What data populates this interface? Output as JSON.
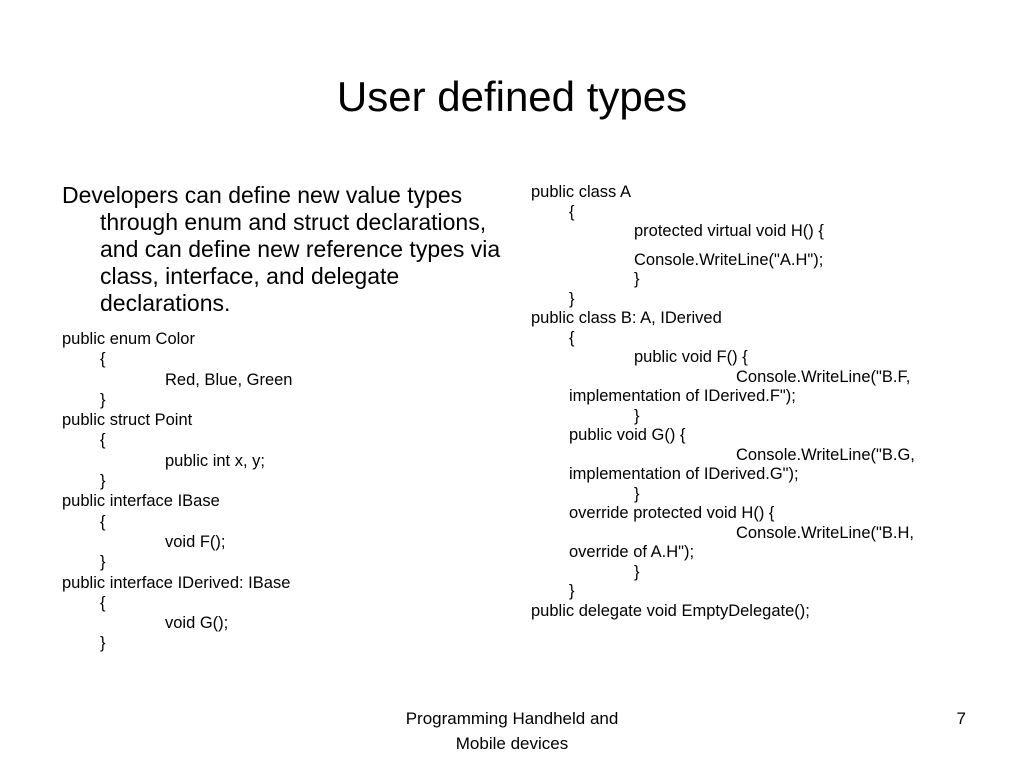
{
  "slide": {
    "title": "User defined types",
    "bullet": "Developers can define new value types through enum and struct declarations, and can define new reference types via class, interface, and delegate declarations.",
    "left_code": [
      "public enum Color",
      "{",
      "Red, Blue, Green",
      "}",
      "public struct Point",
      "{",
      "public int x, y;",
      "}",
      "public interface IBase",
      "{",
      "void F();",
      "}",
      "public interface IDerived: IBase",
      "{",
      "void G();",
      "}"
    ],
    "right_code": [
      "public class A",
      "{",
      "protected virtual void H() {",
      "Console.WriteLine(\"A.H\");",
      "}",
      "}",
      "public class B: A, IDerived",
      "{",
      "public void F() {",
      "Console.WriteLine(\"B.F,",
      "implementation of IDerived.F\");",
      "}",
      "public void G() {",
      "Console.WriteLine(\"B.G,",
      "implementation of IDerived.G\");",
      "}",
      "override protected void H() {",
      "Console.WriteLine(\"B.H,",
      "override of A.H\");",
      "}",
      "}",
      "public delegate void EmptyDelegate();"
    ],
    "footer_line1": "Programming Handheld and",
    "footer_line2": "Mobile devices",
    "page_number": "7"
  }
}
